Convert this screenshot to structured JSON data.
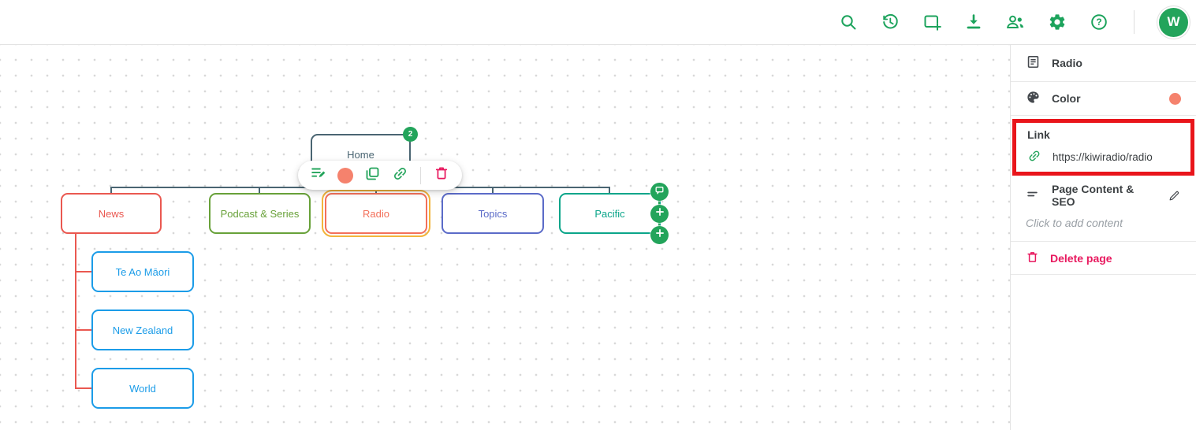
{
  "header": {
    "avatar_initial": "W",
    "help_glyph": "?",
    "tools": [
      "search",
      "version-history",
      "new-frame",
      "download",
      "collaborators",
      "settings",
      "help"
    ]
  },
  "sitemap": {
    "home": {
      "label": "Home",
      "badge_count": "2",
      "color": "#4a6572"
    },
    "level1": [
      {
        "label": "News",
        "color": "#ea5850"
      },
      {
        "label": "Podcast & Series",
        "color": "#68a139"
      },
      {
        "label": "Radio",
        "color": "#f3705a",
        "selected": true,
        "selection_ring": "#f2b43c"
      },
      {
        "label": "Topics",
        "color": "#5b6bc8"
      },
      {
        "label": "Pacific",
        "color": "#0ba58a"
      }
    ],
    "news_children": [
      {
        "label": "Te Ao Māori",
        "color": "#1b9ce8"
      },
      {
        "label": "New Zealand",
        "color": "#1b9ce8"
      },
      {
        "label": "World",
        "color": "#1b9ce8"
      }
    ]
  },
  "node_toolbar": {
    "color_swatch": "#f5826d",
    "actions": [
      "edit",
      "color",
      "duplicate",
      "link",
      "delete"
    ]
  },
  "sidebar": {
    "title": "Radio",
    "color_row": {
      "label": "Color",
      "value": "#f5826d"
    },
    "link_section": {
      "label": "Link",
      "url": "https://kiwiradio/radio"
    },
    "seo_row": {
      "label": "Page Content & SEO"
    },
    "content_placeholder": "Click to add content",
    "delete_row": {
      "label": "Delete page"
    }
  },
  "annotation": {
    "highlight_color": "#e9151b",
    "highlighted_section": "Link"
  },
  "colors": {
    "accent_green": "#23a45b",
    "slate": "#4a6572",
    "delete_pink": "#e8185e",
    "child_blue": "#1b9ce8"
  }
}
